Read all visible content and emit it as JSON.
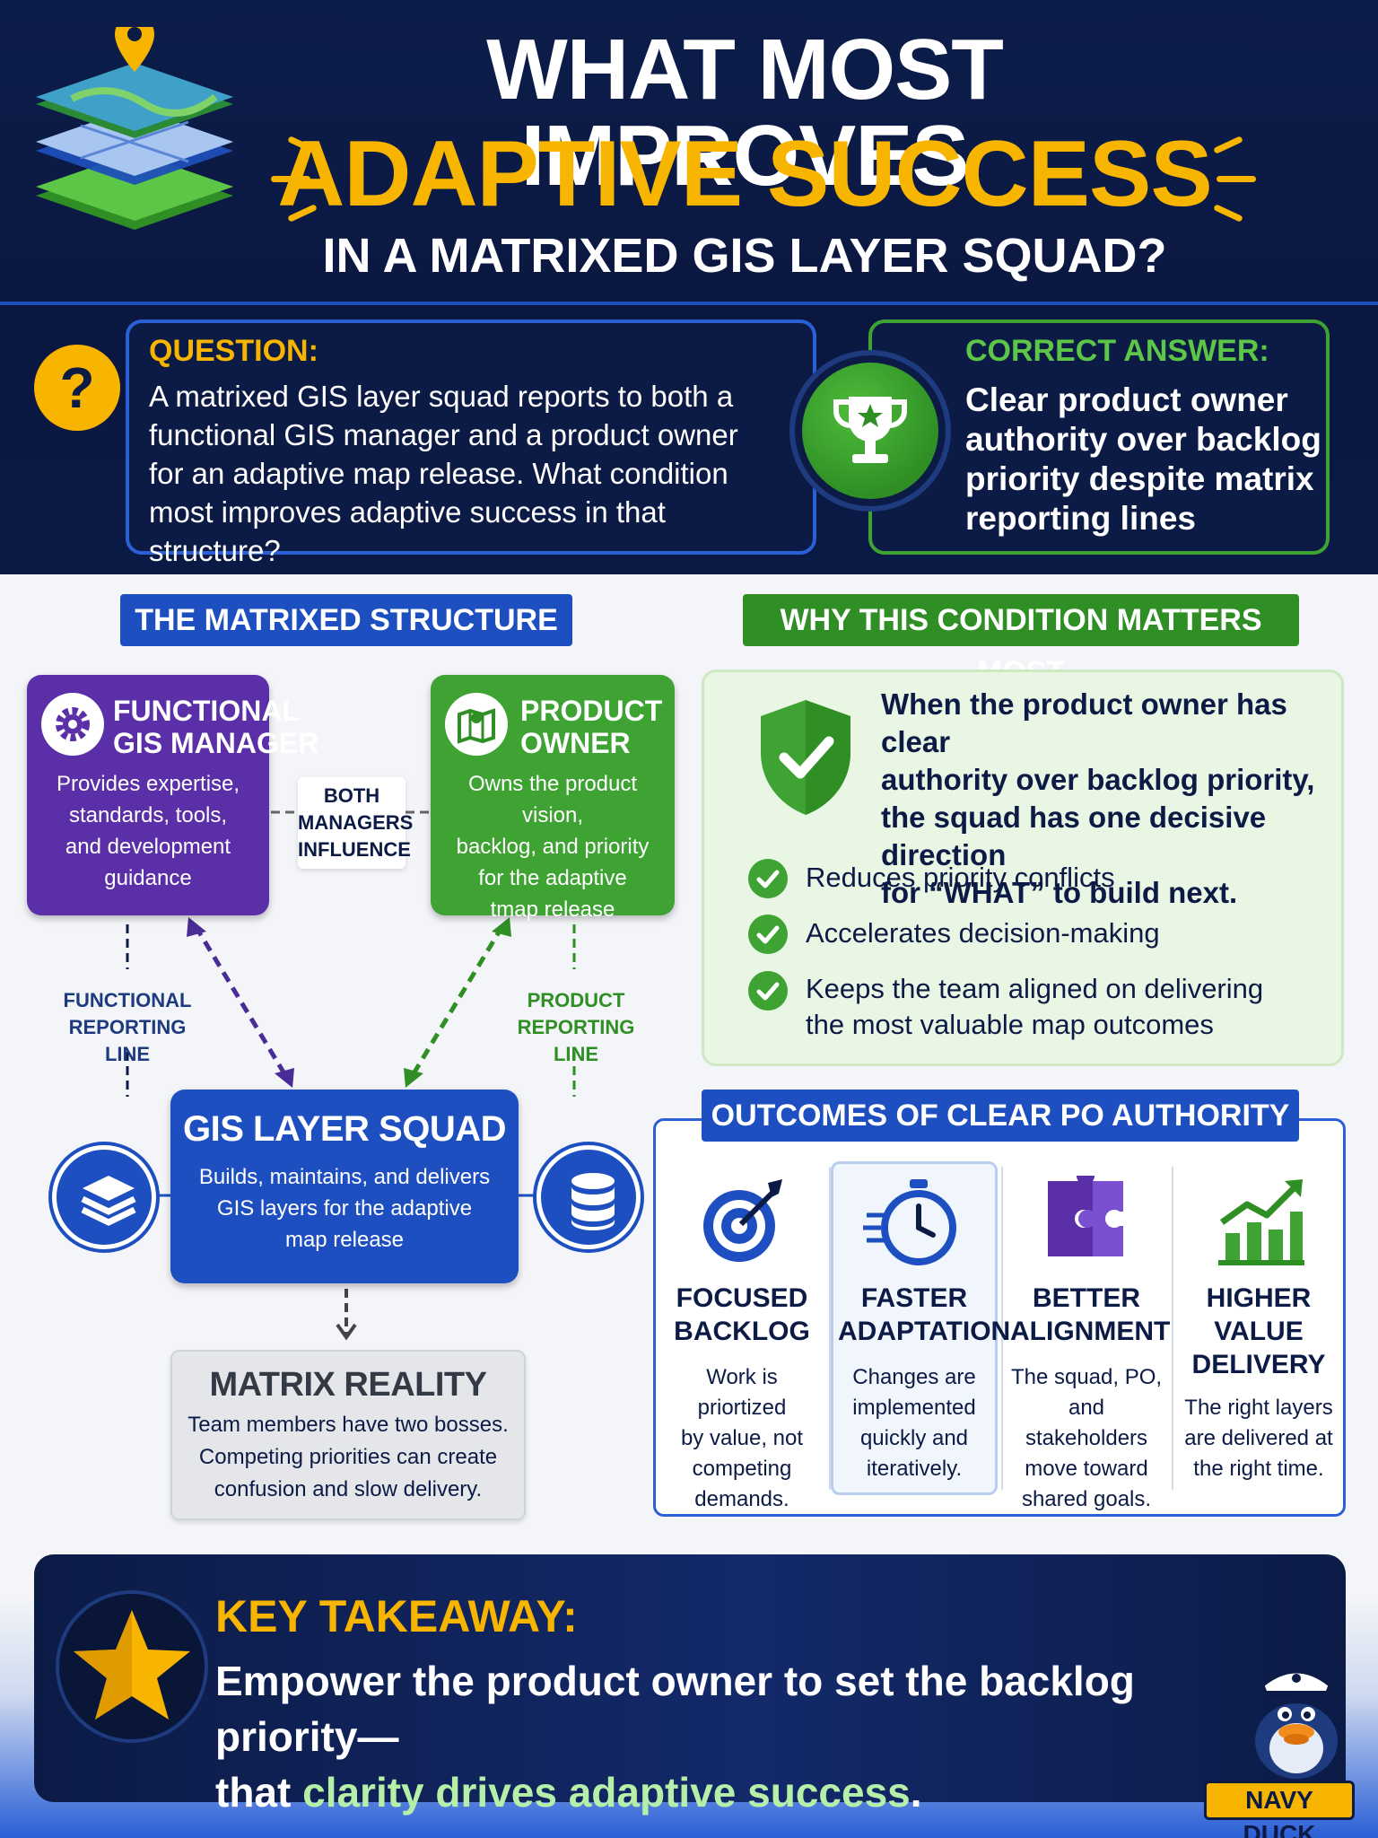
{
  "header": {
    "title_line1": "WHAT MOST IMPROVES",
    "title_line2": "ADAPTIVE SUCCESS",
    "title_line3": "IN A MATRIXED GIS LAYER SQUAD?"
  },
  "question": {
    "label": "QUESTION:",
    "lines": [
      "A matrixed GIS layer squad reports to both a",
      "functional GIS manager and a product owner",
      "for an adaptive map release. What condition",
      "most improves adaptive success in that structure?"
    ],
    "icon": "?"
  },
  "answer": {
    "label": "CORRECT ANSWER:",
    "lines": [
      "Clear product owner",
      "authority over backlog",
      "priority despite matrix",
      "reporting lines"
    ]
  },
  "structure": {
    "section_title": "THE MATRIXED STRUCTURE",
    "functional": {
      "title_lines": [
        "FUNCTIONAL",
        "GIS MANAGER"
      ],
      "text_lines": [
        "Provides expertise,",
        "standards, tools,",
        "and development",
        "guidance"
      ]
    },
    "product": {
      "title_lines": [
        "PRODUCT",
        "OWNER"
      ],
      "text_lines": [
        "Owns the product vision,",
        "backlog, and priority",
        "for the adaptive",
        "tmap release"
      ]
    },
    "both_label": [
      "BOTH",
      "MANAGERS",
      "INFLUENCE"
    ],
    "functional_line": [
      "FUNCTIONAL",
      "REPORTING LINE"
    ],
    "product_line": [
      "PRODUCT",
      "REPORTING LINE"
    ],
    "squad": {
      "title": "GIS LAYER SQUAD",
      "text_lines": [
        "Builds, maintains, and delivers",
        "GIS layers for the adaptive",
        "map release"
      ]
    },
    "reality": {
      "title": "MATRIX REALITY",
      "text_lines": [
        "Team members have two bosses.",
        "Competing priorities can create",
        "confusion and slow delivery."
      ]
    }
  },
  "why": {
    "section_title": "WHY THIS CONDITION MATTERS MOST",
    "lead_lines": [
      "When the product owner has clear",
      "authority over backlog priority,",
      "the squad has one decisive direction",
      "for “WHAT” to build next."
    ],
    "bullets": [
      [
        "Reduces priority conflicts"
      ],
      [
        "Accelerates decision-making"
      ],
      [
        "Keeps the team aligned on delivering",
        "the most valuable map outcomes"
      ]
    ]
  },
  "outcomes": {
    "section_title": "OUTCOMES OF CLEAR PO AUTHORITY",
    "items": [
      {
        "title_lines": [
          "FOCUSED",
          "BACKLOG"
        ],
        "text_lines": [
          "Work is priortized",
          "by value, not",
          "competing",
          "demands."
        ],
        "icon": "target-icon"
      },
      {
        "title_lines": [
          "FASTER",
          "ADAPTATION"
        ],
        "text_lines": [
          "Changes are",
          "implemented",
          "quickly and",
          "iteratively."
        ],
        "icon": "stopwatch-icon"
      },
      {
        "title_lines": [
          "BETTER",
          "ALIGNMENT"
        ],
        "text_lines": [
          "The squad, PO,",
          "and stakeholders",
          "move toward",
          "shared goals."
        ],
        "icon": "puzzle-icon"
      },
      {
        "title_lines": [
          "HIGHER",
          "VALUE",
          "DELIVERY"
        ],
        "text_lines": [
          "The right layers",
          "are delivered at",
          "the right time."
        ],
        "icon": "growth-chart-icon"
      }
    ]
  },
  "takeaway": {
    "label": "KEY TAKEAWAY:",
    "line1": "Empower the product owner to set the backlog priority—",
    "line2_prefix": "that ",
    "line2_highlight": "clarity drives adaptive success",
    "line2_suffix": "."
  },
  "brand": "NAVY DUCK",
  "colors": {
    "navy": "#0c1b46",
    "gold": "#f7b500",
    "green": "#3ea332",
    "blue": "#1e4fc0",
    "purple": "#5a2fa8"
  }
}
